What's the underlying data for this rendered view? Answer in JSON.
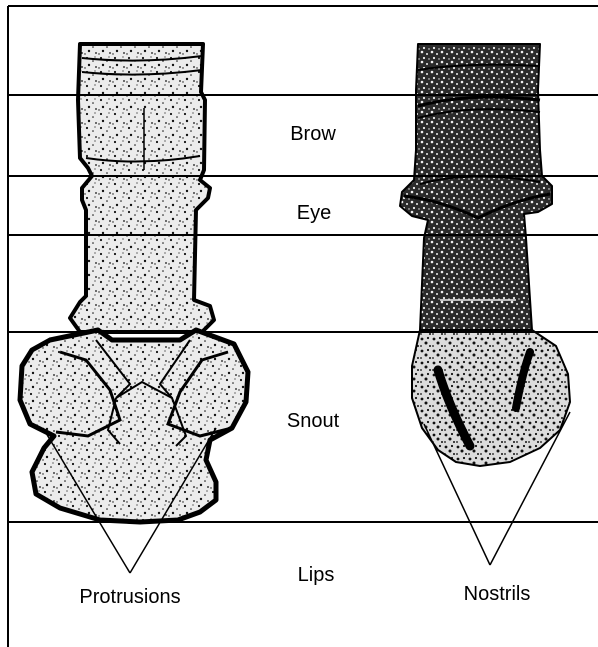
{
  "labels": {
    "brow": "Brow",
    "eye": "Eye",
    "snout": "Snout",
    "lips": "Lips",
    "protrusions": "Protrusions",
    "nostrils": "Nostrils"
  },
  "colors": {
    "ink": "#000000",
    "paper": "#ffffff",
    "fill_light": "#e9e9e9",
    "fill_dark": "#3a3a3a"
  }
}
